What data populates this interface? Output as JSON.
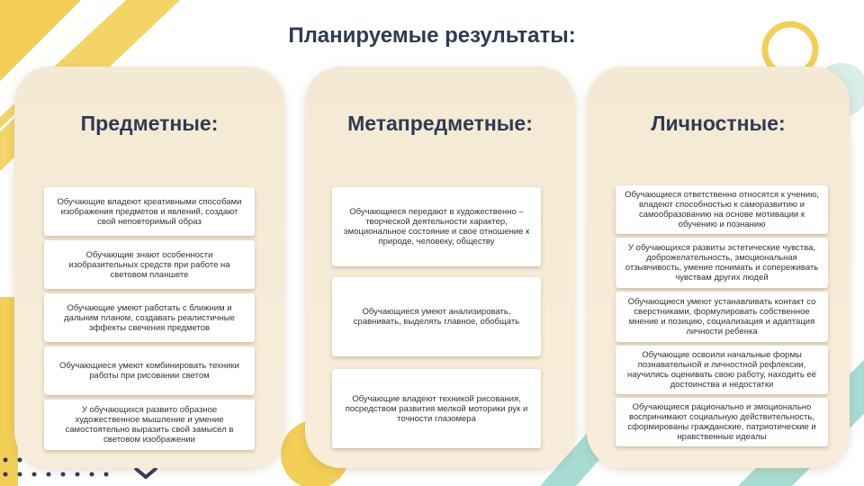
{
  "title": "Планируемые результаты:",
  "colors": {
    "accent_yellow": "#f3cf57",
    "accent_teal": "#a7dcd3",
    "accent_navy": "#2f3a55",
    "panel": "#f5ead6"
  },
  "columns": [
    {
      "heading": "Предметные:",
      "items": [
        "Обучающие владеют креативными способами изображения предметов и явлений, создают свой неповторимый образ",
        "Обучающие знают особенности изобразительных средств при работе на световом планшете",
        "Обучающие умеют работать с ближним и дальним планом, создавать реалистичные эффекты свечения предметов",
        "Обучающиеся умеют  комбинировать техники работы при рисовании светом",
        "У обучающихся развито образное художественное мышление и умение самостоятельно выразить свой замысел в световом изображении"
      ]
    },
    {
      "heading": "Метапредметные:",
      "items": [
        "Обучающиеся передают в художественно – творческой деятельности характер, эмоциональное состояние и свое отношение к природе, человеку, обществу",
        "Обучающиеся умеют анализировать, сравнивать, выделять главное, обобщать",
        "Обучающие владеют техникой рисования, посредством развития мелкой моторики рук и точности глазомера"
      ]
    },
    {
      "heading": "Личностные:",
      "items": [
        "Обучающиеся ответственно относятся к учению, владеют способностью к саморазвитию и самообразованию на основе мотивации к обучению и познанию",
        "У обучающихся развиты эстетические чувства, доброжелательность, эмоциональная отзывчивость, умение понимать и сопереживать чувствам других людей",
        "Обучающиеся  умеют устанавливать контакт со сверстниками, формулировать собственное мнение и позицию, социализация и адаптация личности ребенка",
        "Обучающие освоили начальные формы познавательной и личностной рефлексии, научились оценивать свою работу, находить её достоинства и недостатки",
        "Обучающиеся рационально и эмоционально воспринимают социальную действительность, сформированы гражданские, патриотические и нравственные идеалы"
      ]
    }
  ]
}
